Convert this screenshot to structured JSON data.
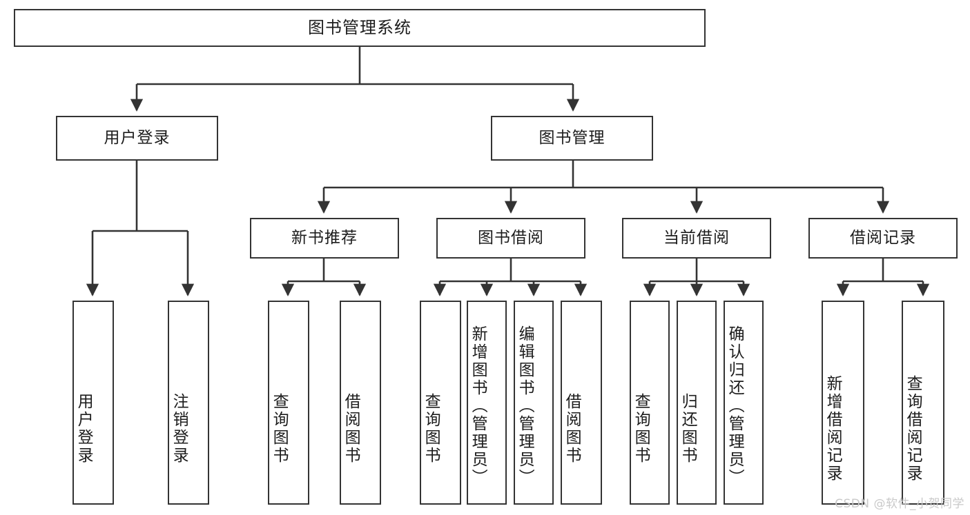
{
  "diagram": {
    "type": "tree",
    "title": "图书管理系统",
    "orientation": "top-down",
    "colors": {
      "box_border": "#333333",
      "box_fill": "#ffffff",
      "line": "#333333",
      "text": "#1c1c1c",
      "watermark": "#c9c9c9"
    },
    "root": {
      "label": "图书管理系统"
    },
    "level1": [
      {
        "id": "user-login",
        "label": "用户登录"
      },
      {
        "id": "book-manage",
        "label": "图书管理"
      }
    ],
    "level2": [
      {
        "id": "new-book-recommend",
        "label": "新书推荐",
        "parent": "book-manage"
      },
      {
        "id": "book-borrow",
        "label": "图书借阅",
        "parent": "book-manage"
      },
      {
        "id": "current-borrow",
        "label": "当前借阅",
        "parent": "book-manage"
      },
      {
        "id": "borrow-record",
        "label": "借阅记录",
        "parent": "book-manage"
      }
    ],
    "leaves": [
      {
        "id": "leaf-user-login",
        "label": "用户登录",
        "parent": "user-login"
      },
      {
        "id": "leaf-user-logout",
        "label": "注销登录",
        "parent": "user-login"
      },
      {
        "id": "leaf-query-book-1",
        "label": "查询图书",
        "parent": "new-book-recommend"
      },
      {
        "id": "leaf-borrow-book-1",
        "label": "借阅图书",
        "parent": "new-book-recommend"
      },
      {
        "id": "leaf-query-book-2",
        "label": "查询图书",
        "parent": "book-borrow"
      },
      {
        "id": "leaf-add-book",
        "label": "新增图书（管理员）",
        "parent": "book-borrow"
      },
      {
        "id": "leaf-edit-book",
        "label": "编辑图书（管理员）",
        "parent": "book-borrow"
      },
      {
        "id": "leaf-borrow-book-2",
        "label": "借阅图书",
        "parent": "book-borrow"
      },
      {
        "id": "leaf-query-book-3",
        "label": "查询图书",
        "parent": "current-borrow"
      },
      {
        "id": "leaf-return-book",
        "label": "归还图书",
        "parent": "current-borrow"
      },
      {
        "id": "leaf-confirm-return",
        "label": "确认归还（管理员）",
        "parent": "current-borrow"
      },
      {
        "id": "leaf-add-record",
        "label": "新增借阅记录",
        "parent": "borrow-record"
      },
      {
        "id": "leaf-query-record",
        "label": "查询借阅记录",
        "parent": "borrow-record"
      }
    ],
    "watermark": "CSDN @软件_小贺同学"
  }
}
